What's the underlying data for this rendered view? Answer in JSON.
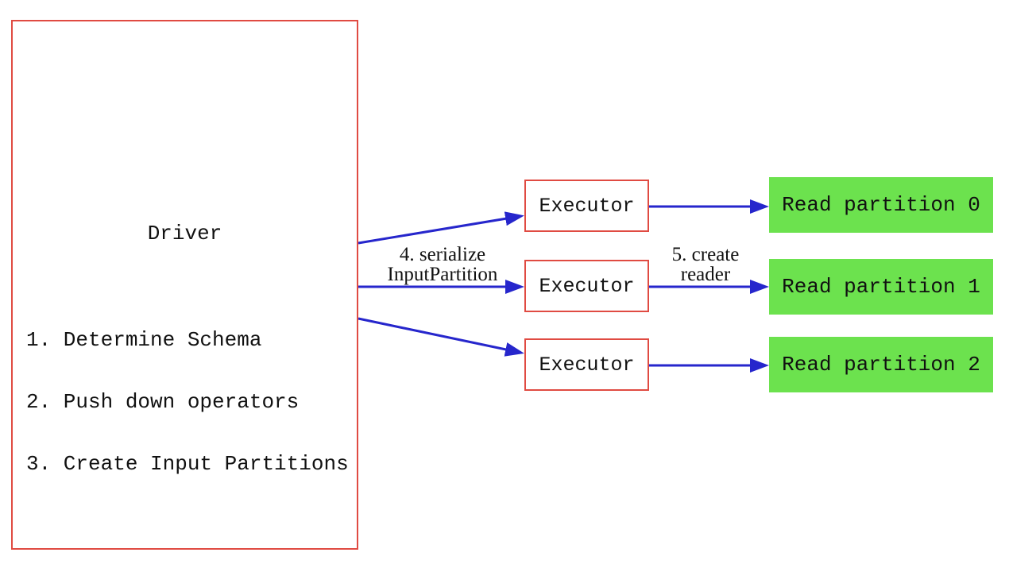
{
  "diagram": {
    "driver": {
      "title": "Driver",
      "steps": [
        "1. Determine Schema",
        "2. Push down operators",
        "3. Create Input Partitions"
      ]
    },
    "executors": [
      {
        "label": "Executor"
      },
      {
        "label": "Executor"
      },
      {
        "label": "Executor"
      }
    ],
    "partitions": [
      {
        "label": "Read partition 0"
      },
      {
        "label": "Read partition 1"
      },
      {
        "label": "Read partition 2"
      }
    ],
    "edge_labels": {
      "serialize": {
        "line1": "4. serialize",
        "line2": "InputPartition"
      },
      "create_reader": {
        "line1": "5. create",
        "line2": "reader"
      }
    },
    "colors": {
      "box_border_red": "#e04b42",
      "arrow_blue": "#2626cc",
      "partition_green": "#6ce24e",
      "text_black": "#111111"
    }
  }
}
